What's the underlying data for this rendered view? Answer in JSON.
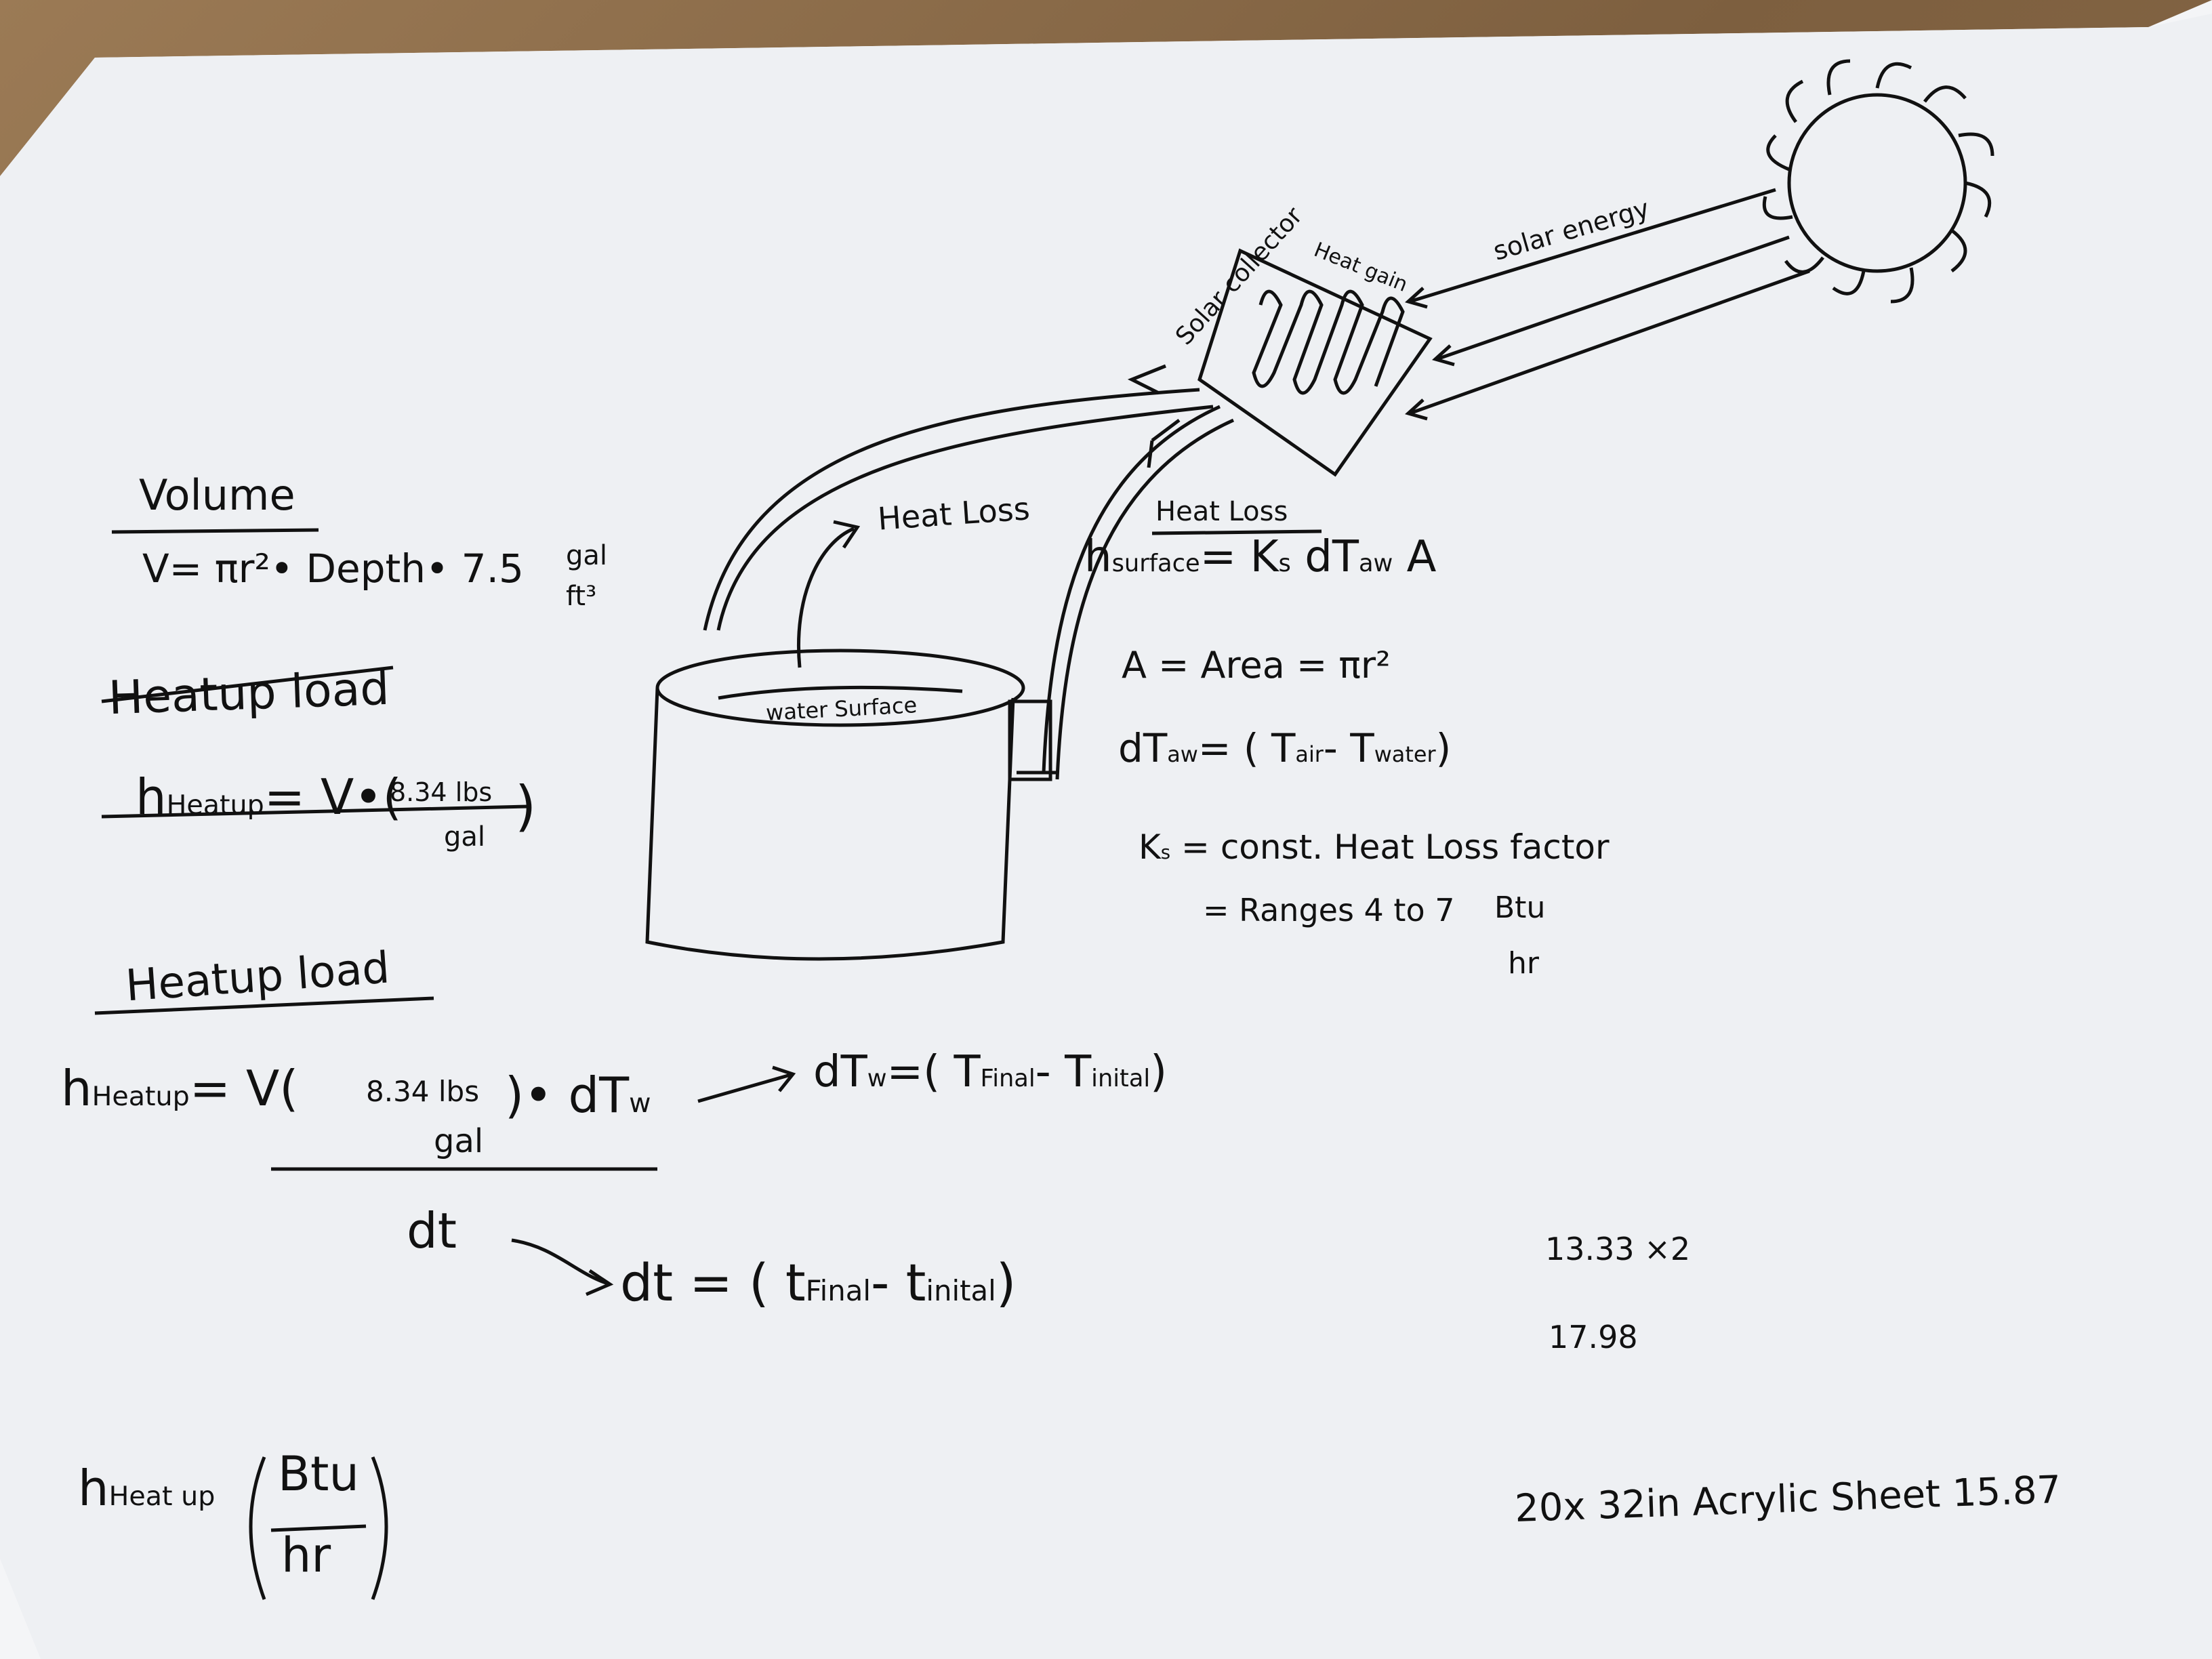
{
  "diagram": {
    "sun_label": "solar energy",
    "collector_label": "Solar collector",
    "heat_gain_label": "Heat gain",
    "heat_loss_label": "Heat Loss",
    "water_surface_label": "water Surface"
  },
  "volume": {
    "heading": "Volume",
    "formula": "V= πr²• Depth• 7.5",
    "unit_top": "gal",
    "unit_bottom": "ft³"
  },
  "heatup_crossed": {
    "heading": "Heatup load",
    "formula_lhs": "h",
    "formula_lhs_sub": "Heatup",
    "formula_mid": "= V•(",
    "unit_top": "8.34 lbs",
    "unit_bottom": "gal",
    "close": ")"
  },
  "heatup": {
    "heading": "Heatup load",
    "lhs": "h",
    "lhs_sub": "Heatup",
    "mid": "= V(",
    "frac_top": "8.34 lbs",
    "frac_bottom": "gal",
    "after": ")• dT",
    "after_sub": "w",
    "denominator": "dt",
    "dTw_def": "dT",
    "dTw_def_sub": "w",
    "dTw_def_rhs": "=( T",
    "tfinal_sub": "Final",
    "dTw_mid": "- T",
    "tinital_sub": "inital",
    "dTw_close": ")",
    "dt_def_lhs": "dt = ( t",
    "dt_final_sub": "Final",
    "dt_mid": "- t",
    "dt_inital_sub": "inital",
    "dt_close": ")"
  },
  "heat_loss": {
    "heading": "Heat Loss",
    "lhs": "h",
    "lhs_sub": "surface",
    "rhs": "= K",
    "rhs_sub": "s",
    "rhs_tail": "dT",
    "rhs_tail_sub": "aw",
    "rhs_end": "A",
    "area_def": "A = Area = πr²",
    "dtaw_lhs": "dT",
    "dtaw_sub": "aw",
    "dtaw_rhs": "= ( T",
    "air_sub": "air",
    "dtaw_mid": "- T",
    "water_sub": "water",
    "dtaw_close": ")",
    "ks_lhs": "K",
    "ks_sub": "s",
    "ks_def": "= const. Heat Loss factor",
    "ks_range": "= Ranges 4 to 7",
    "ks_unit_top": "Btu",
    "ks_unit_bottom": "hr"
  },
  "units_note": {
    "lhs": "h",
    "lhs_sub": "Heat up",
    "top": "Btu",
    "bottom": "hr"
  },
  "side_numbers": {
    "line1": "13.33 ×2",
    "line2": "17.98"
  },
  "footer_note": "20x 32in   Acrylic Sheet   15.87"
}
